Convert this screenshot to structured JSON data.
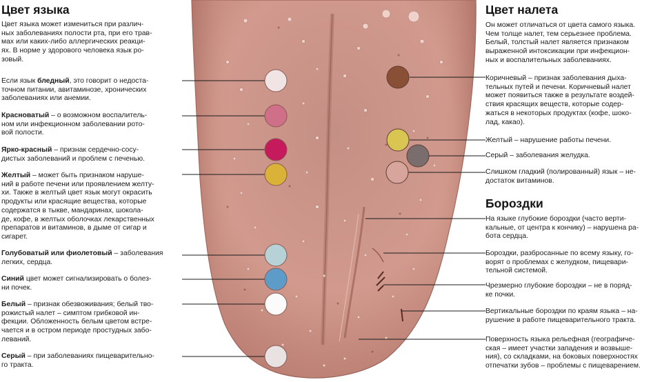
{
  "left": {
    "heading": "Цвет языка",
    "intro": "Цвет языка может измениться при различ-\nных заболеваниях полости рта, при его трав-\nмах или каких-либо аллергических реакци-\nях. В норме у здорового человека язык ро-\nзовый.",
    "items": [
      {
        "pre": "Если язык ",
        "bold": "бледный",
        "post": ", это говорит о недоста-\nточном питании, авитаминозе, хронических\nзаболеваниях или анемии."
      },
      {
        "pre": "",
        "bold": "Красноватый",
        "post": " – о возможном воспалитель-\nном или инфекционном заболевании рото-\nвой полости."
      },
      {
        "pre": "",
        "bold": "Ярко-красный",
        "post": " – признак сердечно-сосу-\nдистых заболеваний и проблем с печенью."
      },
      {
        "pre": "",
        "bold": "Желтый",
        "post": " – может быть признаком наруше-\nний в работе печени или проявлением желту-\nхи. Также в желтый цвет язык могут окрасить\nпродукты или красящие вещества, которые\nсодержатся в тыкве, мандаринах, шоколa-\nде, кофе, в желтых оболочках лекарственных\nпрепаратов и витаминов, в дыме от сигар и\nсигарет."
      },
      {
        "pre": "",
        "bold": "Голубоватый или фиолетовый",
        "post": " – заболевания\nлегких, сердца."
      },
      {
        "pre": "",
        "bold": "Синий",
        "post": " цвет может сигнализировать о болез-\nни почек."
      },
      {
        "pre": "",
        "bold": "Белый",
        "post": " – признак обезвоживания; белый тво-\nрожистый налет – симптом грибковой ин-\nфекции. Обложенность белым цветом встре-\nчается и в остром периоде простудных забо-\nлеваний."
      },
      {
        "pre": "",
        "bold": "Серый",
        "post": " – при заболеваниях пищеварительно-\nго тракта."
      }
    ]
  },
  "right": {
    "heading1": "Цвет налета",
    "intro1": "Он может отличаться от цвета самого языка.\nЧем толще налет, тем серьезнее проблема.\nБелый, толстый налет является признаком\nвыраженной интоксикации при инфекцион-\nных и воспалительных заболеваниях.",
    "coating_items": [
      "Коричневый – признак заболевания дыха-\nтельных путей и печени. Коричневый налет\nможет появиться также в результате воздей-\nствия красящих веществ, которые содер-\nжаться в некоторых продуктах (кофе, шоко-\nлад, какао).",
      "Желтый – нарушение работы печени.",
      "Серый – заболевания желудка.",
      "Слишком гладкий (полированный) язык – не-\nдостаток витаминов."
    ],
    "heading2": "Бороздки",
    "furrow_items": [
      "На языке глубокие бороздки (часто верти-\nкальные, от центра к кончику) – нарушена ра-\nбота сердца.",
      "Бороздки, разбросанные по всему языку, го-\nворят о проблемах с желудком, пищевари-\nтельной системой.",
      "Чрезмерно глубокие бороздки – не в поряд-\nке почки.",
      "Вертикальные бороздки по краям языка – на-\nрушение в работе пищеварительного тракта.",
      "Поверхность языка рельефная (географиче-\nская – имеет участки западения и возвыше-\nния), со складками, на боковых поверхностях\nотпечатки зубов – проблемы с пищеварением."
    ]
  },
  "swatches": {
    "pale": "#f1e4e4",
    "reddish": "#cf6f88",
    "bright_red": "#c51a5c",
    "yellow": "#d9b237",
    "bluish": "#b7d2d6",
    "blue": "#5d9bc9",
    "white": "#fbfbfb",
    "grey": "#e8e2e2",
    "coat_brown": "#8a5035",
    "coat_yellow": "#d8c552",
    "coat_grey": "#7a6d6e",
    "smooth": "#d7a59b"
  },
  "colors": {
    "tongue": "#d49a8d",
    "tongue_dark": "#b67a6e",
    "leader_line": "#1a1a1a"
  }
}
